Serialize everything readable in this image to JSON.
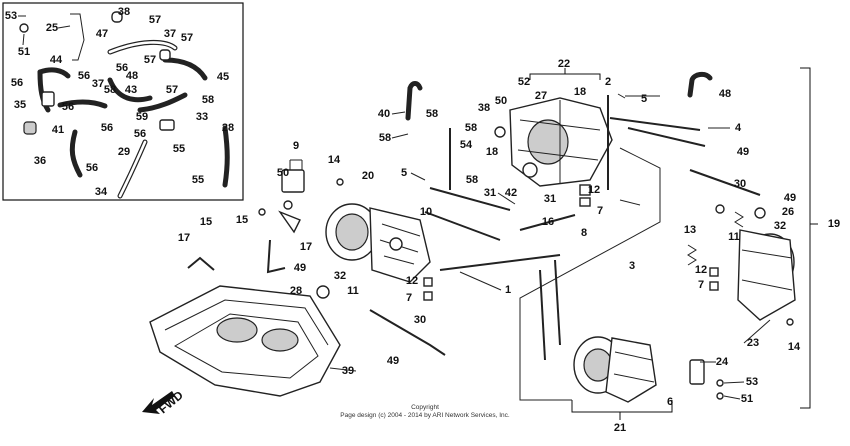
{
  "labels": {
    "p53a": "53",
    "p25": "25",
    "p38a": "38",
    "p57a": "57",
    "p37a": "37",
    "p57b": "57",
    "p51a": "51",
    "p47": "47",
    "p44": "44",
    "p56a": "56",
    "p57c": "57",
    "p45": "45",
    "p48a": "48",
    "p56b": "56",
    "p56c": "56",
    "p37b": "37",
    "p58a": "58",
    "p43": "43",
    "p57d": "57",
    "p35": "35",
    "p56d": "56",
    "p59": "59",
    "p58b": "58",
    "p56e": "56",
    "p33": "33",
    "p28": "28",
    "p41": "41",
    "p56f": "56",
    "p55a": "55",
    "p36": "36",
    "p29": "29",
    "p56g": "56",
    "p55b": "55",
    "p34": "34",
    "p40": "40",
    "p58c": "58",
    "p58d": "58",
    "p58e": "58",
    "p54": "54",
    "p38b": "38",
    "p50a": "50",
    "p52": "52",
    "p27": "27",
    "p22": "22",
    "p18a": "18",
    "p18b": "18",
    "p2": "2",
    "p5a": "5",
    "p48b": "48",
    "p4": "4",
    "p49a": "49",
    "p19": "19",
    "p9": "9",
    "p50b": "50",
    "p14a": "14",
    "p20": "20",
    "p5b": "5",
    "p58f": "58",
    "p31a": "31",
    "p42": "42",
    "p31b": "31",
    "p30a": "30",
    "p49b": "49",
    "p26a": "26",
    "p12a": "12",
    "p7a": "7",
    "p10": "10",
    "p16": "16",
    "p8": "8",
    "p3": "3",
    "p15": "15",
    "p17a": "17",
    "p15b": "15",
    "p17b": "17",
    "p49c": "49",
    "p32a": "32",
    "p28b": "28",
    "p11a": "11",
    "p12b": "12",
    "p7b": "7",
    "p1": "1",
    "p13": "13",
    "p11b": "11",
    "p32b": "32",
    "p12c": "12",
    "p7c": "7",
    "p23": "23",
    "p14b": "14",
    "p30b": "30",
    "p49d": "49",
    "p39": "39",
    "p21": "21",
    "p24": "24",
    "p6": "6",
    "p53b": "53",
    "p51b": "51"
  },
  "fwd_label": "FWD",
  "copyright": {
    "line1": "Copyright",
    "line2": "Page design (c) 2004 - 2014 by ARI Network Services, Inc."
  }
}
